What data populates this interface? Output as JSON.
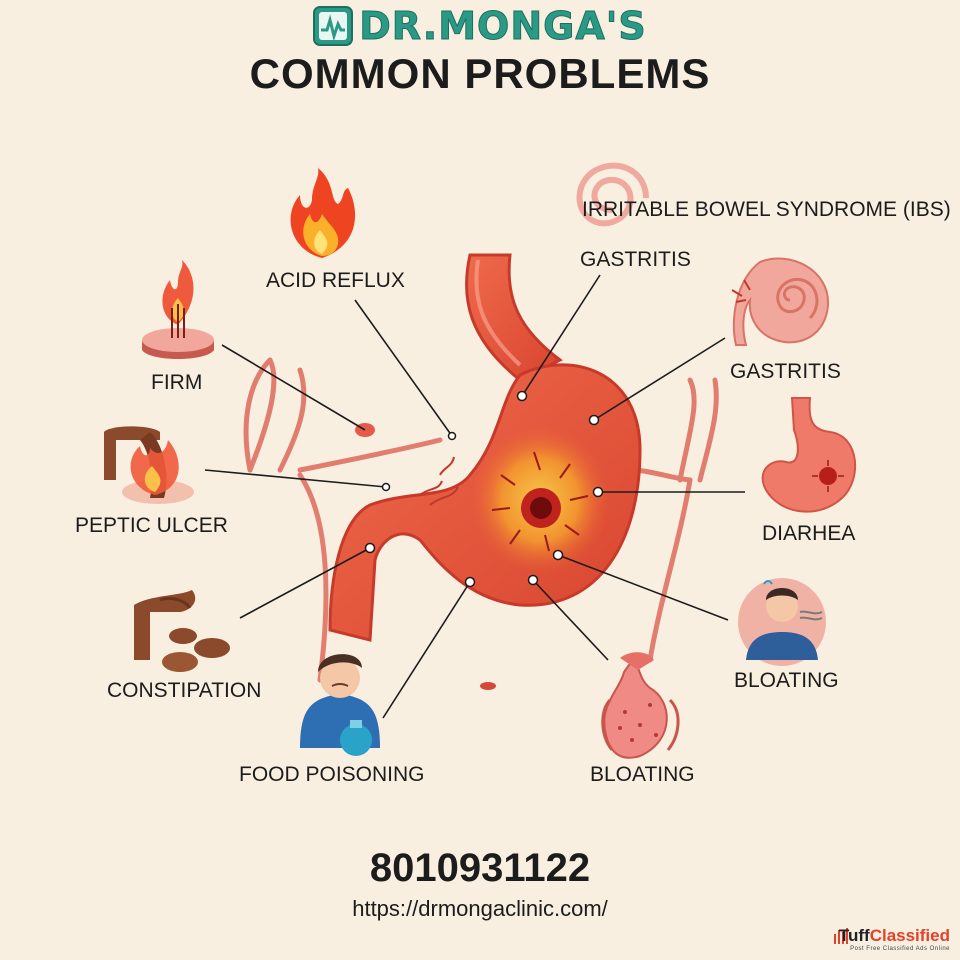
{
  "brand": {
    "name": "DR.MONGA'S"
  },
  "title": "COMMON PROBLEMS",
  "labels": {
    "ibs": "IRRITABLE BOWEL SYNDROME (IBS)",
    "gastritis_top": "GASTRITIS",
    "acid_reflux": "ACID REFLUX",
    "firm": "FIRM",
    "gastritis_right": "GASTRITIS",
    "peptic_ulcer": "PEPTIC ULCER",
    "diarrhea": "DIARHEA",
    "constipation": "CONSTIPATION",
    "bloating_right": "BLOATING",
    "food_poisoning": "FOOD POISONING",
    "bloating_bottom": "BLOATING"
  },
  "contact": {
    "phone": "8010931122",
    "website": "https://drmongaclinic.com/"
  },
  "watermark": {
    "name_a": "Tuff",
    "name_b": "Classified",
    "tagline": "Post Free Classified Ads Online"
  },
  "colors": {
    "background": "#f8efe1",
    "stomach": "#e8553c",
    "stomach_dark": "#c73a2a",
    "glow": "#f6a732",
    "brand": "#2a9a86"
  }
}
